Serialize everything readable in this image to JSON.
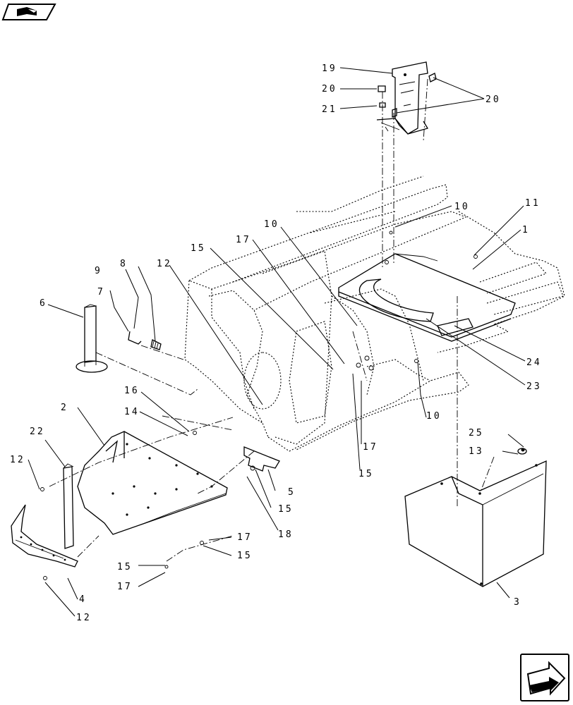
{
  "navigation": {
    "top_icon": "book-icon",
    "bottom_icon": "next-page-arrow-icon"
  },
  "callouts": {
    "c1": "1",
    "c2": "2",
    "c3": "3",
    "c4": "4",
    "c5": "5",
    "c6": "6",
    "c7": "7",
    "c8": "8",
    "c9": "9",
    "c10a": "10",
    "c10b": "10",
    "c11": "11",
    "c12a": "12",
    "c12b": "12",
    "c12c": "12",
    "c13": "13",
    "c14": "14",
    "c15a": "15",
    "c15b": "15",
    "c15c": "15",
    "c15d": "15",
    "c15e": "15",
    "c16": "16",
    "c17a": "17",
    "c17b": "17",
    "c17c": "17",
    "c17d": "17",
    "c18": "18",
    "c19": "19",
    "c20a": "20",
    "c20b": "20",
    "c21": "21",
    "c22": "22",
    "c23": "23",
    "c24": "24",
    "c25": "25"
  }
}
